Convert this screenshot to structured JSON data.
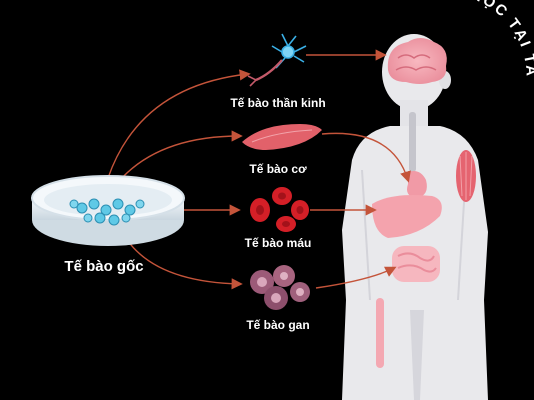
{
  "labels": {
    "stem_cell": "Tế bào gốc",
    "nerve_cell": "Tế bào thần kinh",
    "muscle_cell": "Tế bào cơ",
    "blood_cell": "Tế bào máu",
    "liver_cell": "Tế bào gan"
  },
  "arc_text": "HỌC TẠI TA",
  "colors": {
    "background": "#000000",
    "arrow": "#c4543a",
    "body": "#e9e9ec",
    "neuron": "#3ab0e6",
    "muscle": "#e2616a",
    "blood": "#d41f27",
    "liver_cell": "#9c5a78",
    "organ": "#f4a3ad",
    "dish_cells": "#5fc9e6"
  },
  "icons": [
    "petri-dish-icon",
    "neuron-icon",
    "muscle-fiber-icon",
    "red-blood-cells-icon",
    "liver-cells-icon",
    "human-body-icon"
  ]
}
